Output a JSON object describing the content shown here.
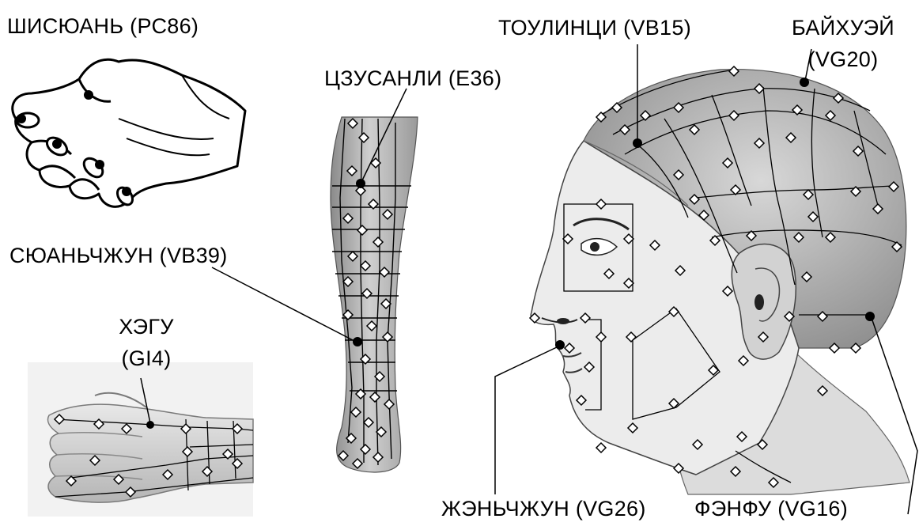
{
  "points": {
    "shisyuan": "ШИСЮАНЬ (РС86)",
    "tsusanli": "ЦЗУСАНЛИ (Е36)",
    "syuanchzhun": "СЮАНЬЧЖУН (VB39)",
    "hegu_name": "ХЭГУ",
    "hegu_code": "(GI4)",
    "toulintsi": "ТОУЛИНЦИ (VB15)",
    "baihuei_name": "БАЙХУЭЙ",
    "baihuei_code": "(VG20)",
    "zhenchzhun": "ЖЭНЬЧЖУН (VG26)",
    "fenfu": "ФЭНФУ (VG16)"
  },
  "colors": {
    "ink": "#000000",
    "skin": "#dcdcdc",
    "shade": "#9a9a9a",
    "paper": "#ffffff"
  },
  "icons": {
    "fingers": "fingertips-figure",
    "hand": "hand-figure",
    "leg": "lower-leg-figure",
    "head": "head-profile-figure",
    "point": "acupoint-marker"
  }
}
